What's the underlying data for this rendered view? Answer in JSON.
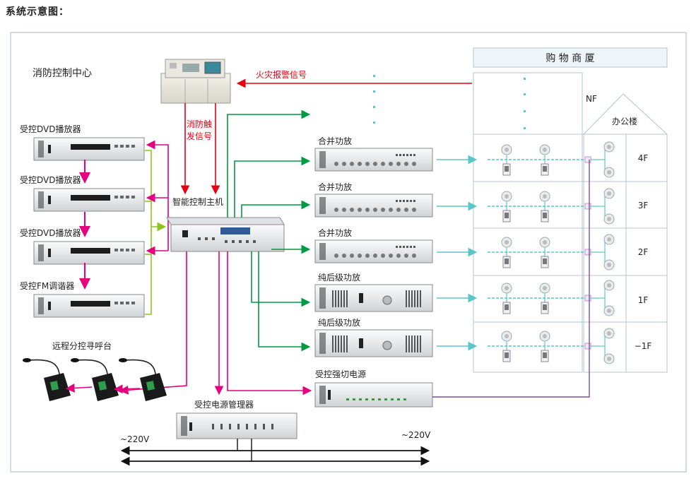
{
  "heading": "系统示意图：",
  "labels": {
    "fire_center": "消防控制中心",
    "fire_alarm_signal": "火灾报警信号",
    "fire_trigger_line1": "消防触",
    "fire_trigger_line2": "发信号",
    "main_controller": "智能控制主机",
    "power_manager": "受控电源管理器",
    "remote_paging": "远程分控寻呼台",
    "strong_cut_power": "受控强切电源",
    "mall": "购 物 商 厦",
    "office": "办公楼",
    "nf": "NF",
    "ac_left": "~220V",
    "ac_right": "~220V"
  },
  "sources": [
    {
      "label": "受控DVD播放器"
    },
    {
      "label": "受控DVD播放器"
    },
    {
      "label": "受控DVD播放器"
    },
    {
      "label": "受控FM调谐器"
    }
  ],
  "amplifiers": [
    {
      "label": "合并功放",
      "floor": "4F"
    },
    {
      "label": "合并功放",
      "floor": "3F"
    },
    {
      "label": "合并功放",
      "floor": "2F"
    },
    {
      "label": "纯后级功放",
      "floor": "1F"
    },
    {
      "label": "纯后级功放",
      "floor": "−1F"
    }
  ],
  "colors": {
    "fire_signal": "#e60012",
    "control": "#e4007f",
    "audio_out": "#009944",
    "audio_in": "#8fc31f",
    "speaker_line": "#5bc6c8",
    "power_line": "#7d4f9e",
    "frame": "#b4c4cc"
  }
}
